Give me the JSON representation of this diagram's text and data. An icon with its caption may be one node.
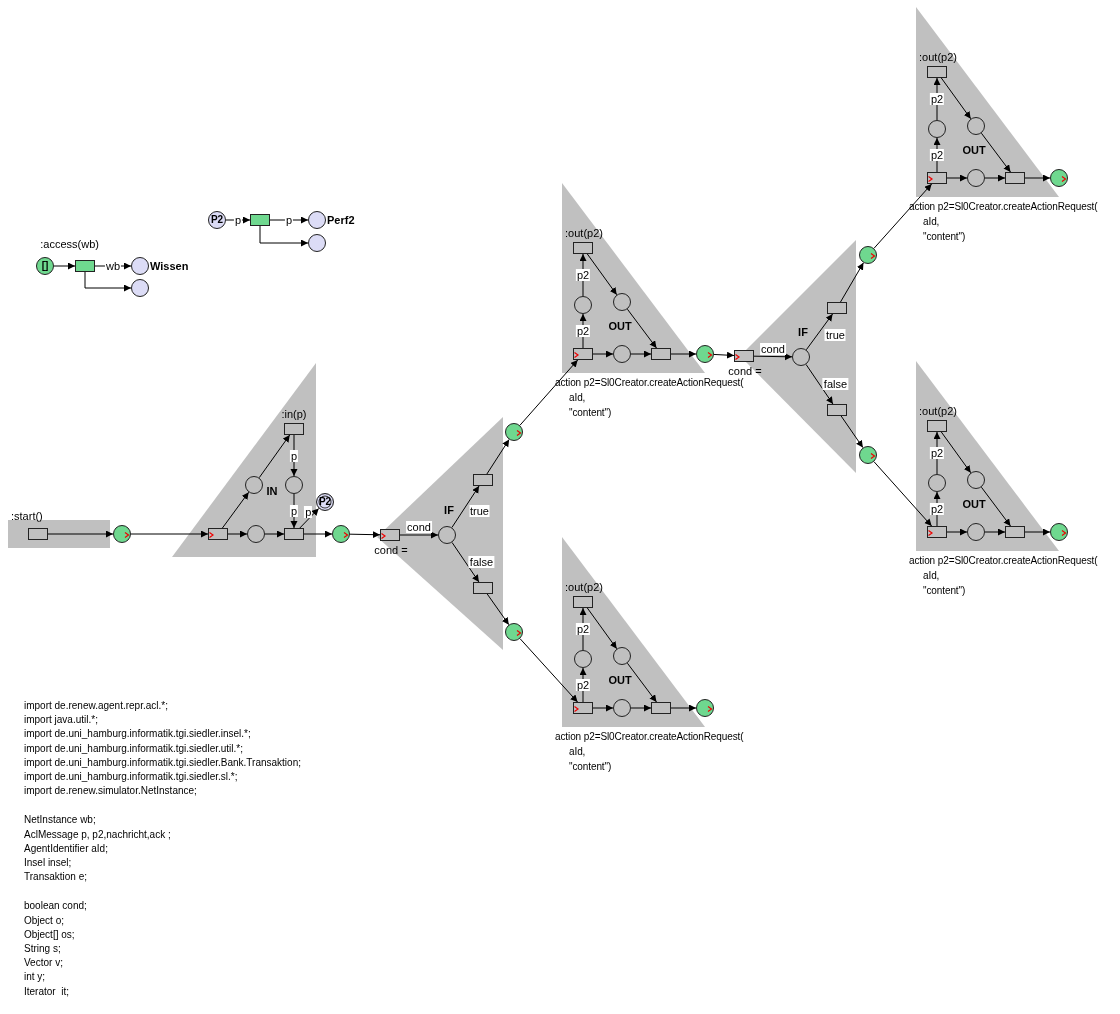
{
  "diagram": {
    "nodes": [
      {
        "text": [
          "[]"
        ]
      },
      {
        "text": [
          ":access(wb)"
        ]
      },
      {
        "text": [
          "Wissen"
        ]
      },
      {
        "text": [],
        "shape": "circle"
      },
      {
        "text": [
          "P2"
        ]
      },
      {
        "text": [],
        "shape": "box"
      },
      {
        "text": [
          "Perf2"
        ]
      },
      {
        "text": [],
        "shape": "circle"
      },
      {
        "text": [],
        "shape": "band"
      },
      {
        "text": [
          ":start()"
        ],
        "in": 8
      },
      {
        "text": [],
        "shape": "circle"
      },
      {
        "text": [
          "IN"
        ]
      },
      {
        "text": [
          ":in(p)"
        ],
        "in": 11
      },
      {
        "text": [],
        "shape": "circle",
        "in": 11
      },
      {
        "text": [],
        "shape": "circle",
        "in": 11
      },
      {
        "text": [],
        "shape": "box",
        "in": 11
      },
      {
        "text": [],
        "shape": "circle",
        "in": 11
      },
      {
        "text": [],
        "shape": "box",
        "in": 11
      },
      {
        "text": [
          "P2"
        ]
      },
      {
        "text": [],
        "shape": "circle"
      },
      {
        "text": [
          "IF"
        ]
      },
      {
        "text": [
          "cond ="
        ],
        "in": 20
      },
      {
        "text": [],
        "shape": "circle",
        "in": 20
      },
      {
        "text": [],
        "shape": "box",
        "in": 20
      },
      {
        "text": [],
        "shape": "box",
        "in": 20
      },
      {
        "text": [],
        "shape": "circle"
      },
      {
        "text": [],
        "shape": "circle"
      },
      {
        "text": [
          "OUT"
        ]
      },
      {
        "text": [
          ":out(p2)"
        ],
        "in": 27
      },
      {
        "text": [],
        "shape": "circle",
        "in": 27
      },
      {
        "text": [],
        "shape": "circle",
        "in": 27
      },
      {
        "text": [],
        "shape": "box",
        "in": 27,
        "beside": [
          "action p2=Sl0Creator.createActionRequest(",
          "aId,",
          "\"content\")"
        ]
      },
      {
        "text": [],
        "shape": "circle",
        "in": 27
      },
      {
        "text": [],
        "shape": "box",
        "in": 27
      },
      {
        "text": [],
        "shape": "circle"
      },
      {
        "text": [
          "IF"
        ]
      },
      {
        "text": [
          "cond ="
        ],
        "in": 35
      },
      {
        "text": [],
        "shape": "circle",
        "in": 35
      },
      {
        "text": [],
        "shape": "box",
        "in": 35
      },
      {
        "text": [],
        "shape": "box",
        "in": 35
      },
      {
        "text": [],
        "shape": "circle"
      },
      {
        "text": [],
        "shape": "circle"
      },
      {
        "text": [
          "OUT"
        ]
      },
      {
        "text": [
          ":out(p2)"
        ],
        "in": 42
      },
      {
        "text": [],
        "shape": "circle",
        "in": 42
      },
      {
        "text": [],
        "shape": "circle",
        "in": 42
      },
      {
        "text": [],
        "shape": "box",
        "in": 42,
        "beside": [
          "action p2=Sl0Creator.createActionRequest(",
          "aId,",
          "\"content\")"
        ]
      },
      {
        "text": [],
        "shape": "circle",
        "in": 42
      },
      {
        "text": [],
        "shape": "box",
        "in": 42
      },
      {
        "text": [],
        "shape": "circle"
      },
      {
        "text": [
          "OUT"
        ]
      },
      {
        "text": [
          ":out(p2)"
        ],
        "in": 50
      },
      {
        "text": [],
        "shape": "circle",
        "in": 50
      },
      {
        "text": [],
        "shape": "circle",
        "in": 50
      },
      {
        "text": [],
        "shape": "box",
        "in": 50,
        "beside": [
          "action p2=Sl0Creator.createActionRequest(",
          "aId,",
          "\"content\")"
        ]
      },
      {
        "text": [],
        "shape": "circle",
        "in": 50
      },
      {
        "text": [],
        "shape": "box",
        "in": 50
      },
      {
        "text": [],
        "shape": "circle"
      },
      {
        "text": [
          "OUT"
        ]
      },
      {
        "text": [
          ":out(p2)"
        ],
        "in": 58
      },
      {
        "text": [],
        "shape": "circle",
        "in": 58
      },
      {
        "text": [],
        "shape": "circle",
        "in": 58
      },
      {
        "text": [],
        "shape": "box",
        "in": 58,
        "beside": [
          "action p2=Sl0Creator.createActionRequest(",
          "aId,",
          "\"content\")"
        ]
      },
      {
        "text": [],
        "shape": "circle",
        "in": 58
      },
      {
        "text": [],
        "shape": "box",
        "in": 58
      },
      {
        "text": [],
        "shape": "circle"
      }
    ],
    "edges": [
      {
        "from": 0,
        "to": 1,
        "arrow": "to"
      },
      {
        "from": 1,
        "to": 2,
        "arrow": "to",
        "label": "wb"
      },
      {
        "from": 1,
        "to": 3,
        "arrow": "to"
      },
      {
        "from": 4,
        "to": 5,
        "arrow": "to",
        "label": "p"
      },
      {
        "from": 5,
        "to": 6,
        "arrow": "to",
        "label": "p"
      },
      {
        "from": 5,
        "to": 7,
        "arrow": "to"
      },
      {
        "from": 9,
        "to": 10,
        "arrow": "to"
      },
      {
        "from": 10,
        "to": 15,
        "arrow": "to"
      },
      {
        "from": 15,
        "to": 13,
        "arrow": "to"
      },
      {
        "from": 13,
        "to": 12,
        "arrow": "to"
      },
      {
        "from": 12,
        "to": 14,
        "arrow": "to",
        "label": "p"
      },
      {
        "from": 14,
        "to": 17,
        "arrow": "to",
        "label": "p"
      },
      {
        "from": 15,
        "to": 16,
        "arrow": "to"
      },
      {
        "from": 16,
        "to": 17,
        "arrow": "to"
      },
      {
        "from": 17,
        "to": 18,
        "arrow": "to",
        "label": "p"
      },
      {
        "from": 17,
        "to": 19,
        "arrow": "to"
      },
      {
        "from": 19,
        "to": 21,
        "arrow": "to"
      },
      {
        "from": 21,
        "to": 22,
        "arrow": "to",
        "label": "cond"
      },
      {
        "from": 22,
        "to": 23,
        "arrow": "to",
        "label": "true"
      },
      {
        "from": 22,
        "to": 24,
        "arrow": "to",
        "label": "false"
      },
      {
        "from": 23,
        "to": 25,
        "arrow": "to"
      },
      {
        "from": 24,
        "to": 26,
        "arrow": "to"
      },
      {
        "from": 25,
        "to": 31,
        "arrow": "to"
      },
      {
        "from": 31,
        "to": 29,
        "arrow": "to",
        "label": "p2"
      },
      {
        "from": 29,
        "to": 28,
        "arrow": "to",
        "label": "p2"
      },
      {
        "from": 28,
        "to": 30,
        "arrow": "to"
      },
      {
        "from": 30,
        "to": 33,
        "arrow": "to"
      },
      {
        "from": 31,
        "to": 32,
        "arrow": "to"
      },
      {
        "from": 32,
        "to": 33,
        "arrow": "to"
      },
      {
        "from": 33,
        "to": 34,
        "arrow": "to"
      },
      {
        "from": 34,
        "to": 36,
        "arrow": "to"
      },
      {
        "from": 36,
        "to": 37,
        "arrow": "to",
        "label": "cond"
      },
      {
        "from": 37,
        "to": 38,
        "arrow": "to",
        "label": "true"
      },
      {
        "from": 37,
        "to": 39,
        "arrow": "to",
        "label": "false"
      },
      {
        "from": 38,
        "to": 40,
        "arrow": "to"
      },
      {
        "from": 39,
        "to": 41,
        "arrow": "to"
      },
      {
        "from": 40,
        "to": 46,
        "arrow": "to"
      },
      {
        "from": 46,
        "to": 44,
        "arrow": "to",
        "label": "p2"
      },
      {
        "from": 44,
        "to": 43,
        "arrow": "to",
        "label": "p2"
      },
      {
        "from": 43,
        "to": 45,
        "arrow": "to"
      },
      {
        "from": 45,
        "to": 48,
        "arrow": "to"
      },
      {
        "from": 46,
        "to": 47,
        "arrow": "to"
      },
      {
        "from": 47,
        "to": 48,
        "arrow": "to"
      },
      {
        "from": 48,
        "to": 49,
        "arrow": "to"
      },
      {
        "from": 41,
        "to": 54,
        "arrow": "to"
      },
      {
        "from": 54,
        "to": 52,
        "arrow": "to",
        "label": "p2"
      },
      {
        "from": 52,
        "to": 51,
        "arrow": "to",
        "label": "p2"
      },
      {
        "from": 51,
        "to": 53,
        "arrow": "to"
      },
      {
        "from": 53,
        "to": 56,
        "arrow": "to"
      },
      {
        "from": 54,
        "to": 55,
        "arrow": "to"
      },
      {
        "from": 55,
        "to": 56,
        "arrow": "to"
      },
      {
        "from": 56,
        "to": 57,
        "arrow": "to"
      },
      {
        "from": 26,
        "to": 62,
        "arrow": "to"
      },
      {
        "from": 62,
        "to": 60,
        "arrow": "to",
        "label": "p2"
      },
      {
        "from": 60,
        "to": 59,
        "arrow": "to",
        "label": "p2"
      },
      {
        "from": 59,
        "to": 61,
        "arrow": "to"
      },
      {
        "from": 61,
        "to": 64,
        "arrow": "to"
      },
      {
        "from": 62,
        "to": 63,
        "arrow": "to"
      },
      {
        "from": 63,
        "to": 64,
        "arrow": "to"
      },
      {
        "from": 64,
        "to": 65,
        "arrow": "to"
      }
    ],
    "labels": [
      "import de.renew.agent.repr.acl.*;",
      "import java.util.*;",
      "import de.uni_hamburg.informatik.tgi.siedler.insel.*;",
      "import de.uni_hamburg.informatik.tgi.siedler.util.*;",
      "import de.uni_hamburg.informatik.tgi.siedler.Bank.Transaktion;",
      "import de.uni_hamburg.informatik.tgi.siedler.sl.*;",
      "import de.renew.simulator.NetInstance;",
      "NetInstance wb;",
      "AclMessage p, p2,nachricht,ack ;",
      "AgentIdentifier aId;",
      "Insel insel;",
      "Transaktion e;",
      "boolean cond;",
      "Object o;",
      "Object[] os;",
      "String s;",
      "Vector v;",
      "int y;",
      "Iterator  it;"
    ]
  }
}
